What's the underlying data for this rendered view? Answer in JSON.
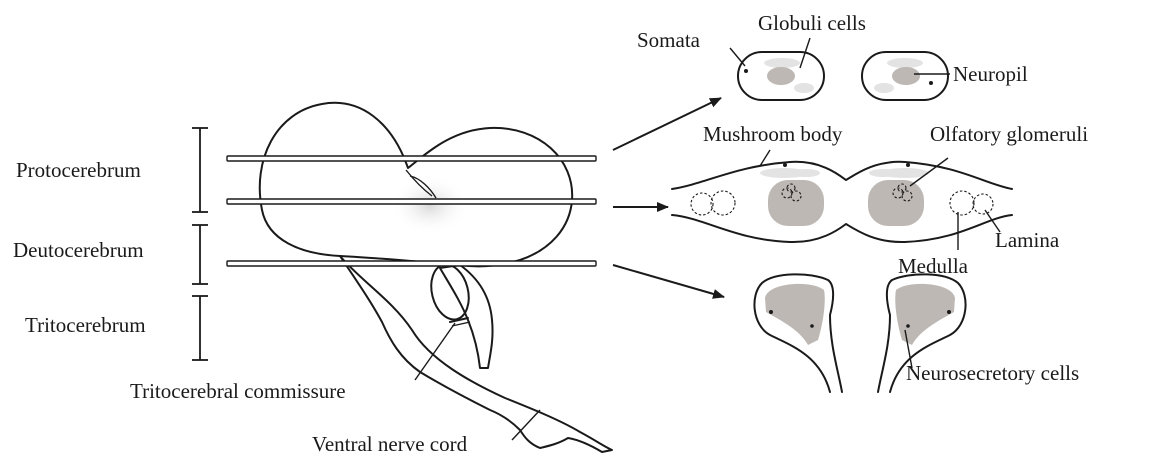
{
  "regions": {
    "protocerebrum": "Protocerebrum",
    "deutocerebrum": "Deutocerebrum",
    "tritocerebrum": "Tritocerebrum"
  },
  "labels": {
    "tritocerebral_commissure": "Tritocerebral commissure",
    "ventral_nerve_cord": "Ventral nerve cord",
    "somata": "Somata",
    "globuli_cells": "Globuli cells",
    "neuropil": "Neuropil",
    "mushroom_body": "Mushroom body",
    "olfatory_glomeruli": "Olfatory glomeruli",
    "lamina": "Lamina",
    "medulla": "Medulla",
    "neurosecretory_cells": "Neurosecretory cells"
  },
  "colors": {
    "ink": "#1a1a1a",
    "neuropil": "#bdb8b3",
    "somata": "#e3e3e3"
  }
}
